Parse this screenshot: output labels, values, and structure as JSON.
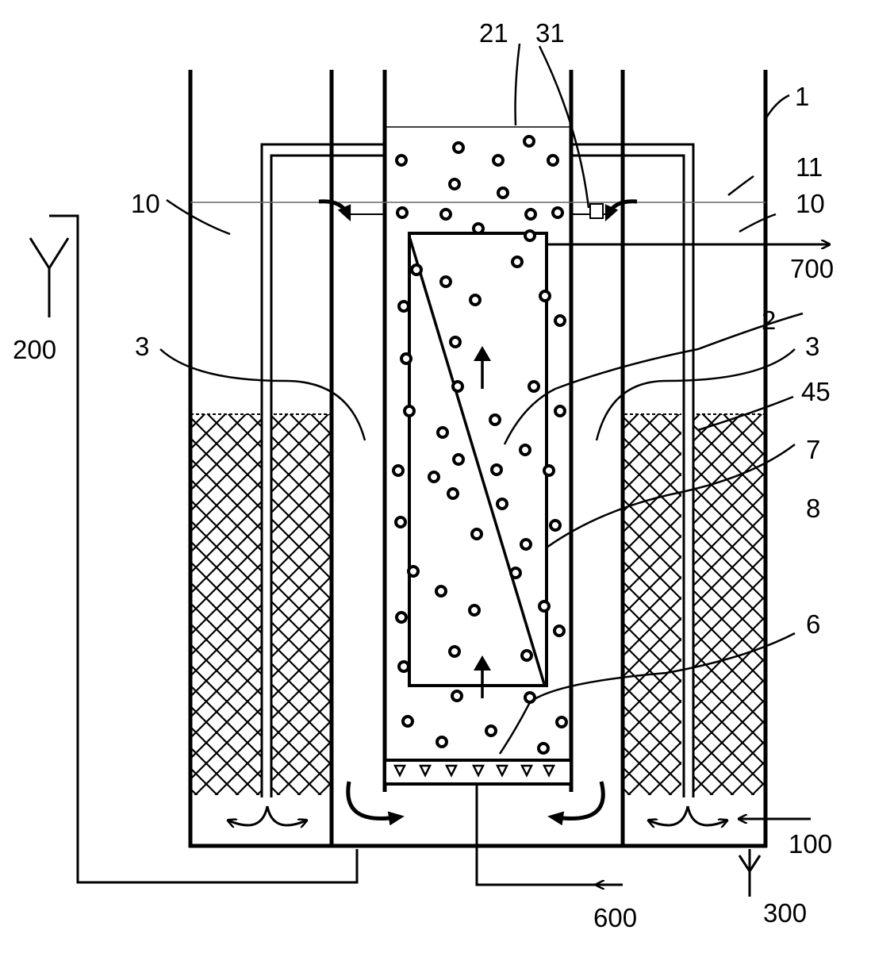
{
  "labels": {
    "l1": "1",
    "l2": "2",
    "l3_left": "3",
    "l3_right": "3",
    "l6": "6",
    "l7": "7",
    "l8": "8",
    "l10_left": "10",
    "l10_right": "10",
    "l11": "11",
    "l21": "21",
    "l31": "31",
    "l45": "45",
    "l100": "100",
    "l200": "200",
    "l300": "300",
    "l600": "600",
    "l700": "700"
  }
}
